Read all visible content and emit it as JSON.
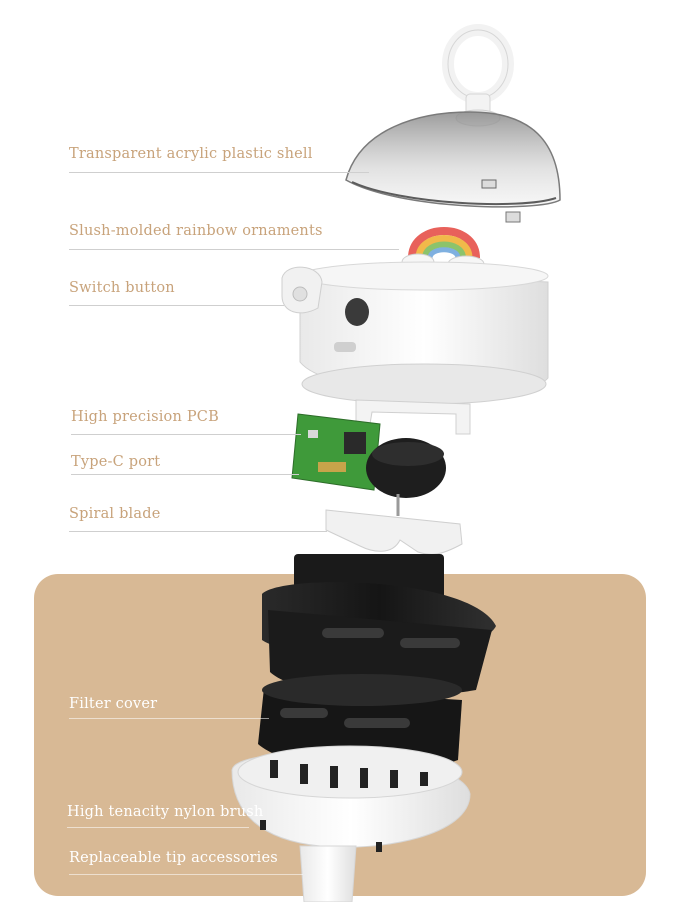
{
  "labels": [
    {
      "text": "Transparent acrylic plastic shell",
      "theme": "light"
    },
    {
      "text": "Slush-molded rainbow ornaments",
      "theme": "light"
    },
    {
      "text": "Switch button",
      "theme": "light"
    },
    {
      "text": "High precision PCB",
      "theme": "light"
    },
    {
      "text": "Type-C port",
      "theme": "light"
    },
    {
      "text": "Spiral blade",
      "theme": "light"
    },
    {
      "text": "Filter cover",
      "theme": "dark"
    },
    {
      "text": "High tenacity nylon brush",
      "theme": "dark"
    },
    {
      "text": "Replaceable tip accessories",
      "theme": "dark"
    }
  ],
  "colors": {
    "label_light": "#c8a37b",
    "panel": "#d8b995",
    "dark_part": "#1c1c1c",
    "white_part": "#f4f4f4",
    "pcb": "#3f9a3a"
  }
}
